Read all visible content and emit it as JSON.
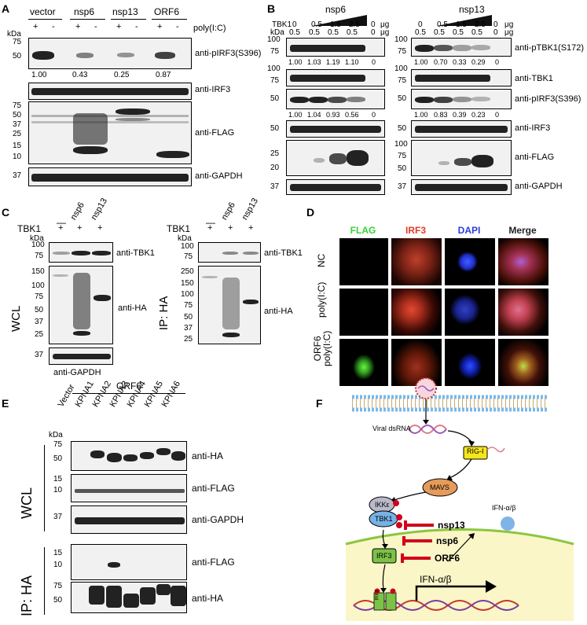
{
  "panels": {
    "A": "A",
    "B": "B",
    "C": "C",
    "D": "D",
    "E": "E",
    "F": "F"
  },
  "a": {
    "lanes": [
      "vector",
      "nsp6",
      "nsp13",
      "ORF6"
    ],
    "signs": [
      "+",
      "-",
      "+",
      "-",
      "+",
      "-",
      "+",
      "-"
    ],
    "treatment": "poly(I:C)",
    "kda": "kDa",
    "blots": [
      "anti-pIRF3(S396)",
      "anti-IRF3",
      "anti-FLAG",
      "anti-GAPDH"
    ],
    "quant": [
      "1.00",
      "0.43",
      "0.25",
      "0.87"
    ],
    "markers": {
      "p1": [
        "75",
        "50"
      ],
      "p3": [
        "75",
        "50",
        "37",
        "25",
        "15",
        "10"
      ],
      "p4": [
        "37"
      ]
    }
  },
  "b": {
    "left_title": "nsp6",
    "right_title": "nsp13",
    "tbk1": "TBK1",
    "kda": "kDa",
    "ug": "μg",
    "left_row1": [
      "0",
      "0.5",
      "1.5",
      "2.5",
      "0"
    ],
    "left_row2": [
      "0.5",
      "0.5",
      "0.5",
      "0.5",
      "0"
    ],
    "right_row1": [
      "0",
      "0.5",
      "1.5",
      "2.5",
      "0"
    ],
    "right_row2": [
      "0.5",
      "0.5",
      "0.5",
      "0.5",
      "0"
    ],
    "left_q1": [
      "1.00",
      "1.03",
      "1.19",
      "1.10",
      "0"
    ],
    "left_q2": [
      "1.00",
      "1.04",
      "0.93",
      "0.56",
      "0"
    ],
    "right_q1": [
      "1.00",
      "0.70",
      "0.33",
      "0.29",
      "0"
    ],
    "right_q2": [
      "1.00",
      "0.83",
      "0.39",
      "0.23",
      "0"
    ],
    "blots": [
      "anti-pTBK1(S172)",
      "anti-TBK1",
      "anti-pIRF3(S396)",
      "anti-IRF3",
      "anti-FLAG",
      "anti-GAPDH"
    ],
    "lm": {
      "m1": [
        "100",
        "75"
      ],
      "m2": [
        "100",
        "75"
      ],
      "m3": [
        "50"
      ],
      "m4": [
        "50"
      ],
      "m5": [
        "25",
        "20"
      ],
      "m6": [
        "37"
      ]
    },
    "rm": {
      "m5": [
        "100",
        "75",
        "50"
      ]
    }
  },
  "c": {
    "tbk1": "TBK1",
    "lanes": [
      "—",
      "nsp6",
      "nsp13"
    ],
    "signs": [
      "+",
      "+",
      "+"
    ],
    "kda": "kDa",
    "wcl": "WCL",
    "ip": "IP: HA",
    "wcl_blots": [
      "anti-TBK1",
      "anti-HA",
      "anti-GAPDH"
    ],
    "ip_blots": [
      "anti-TBK1",
      "anti-HA"
    ],
    "wm": {
      "m1": [
        "100",
        "75"
      ],
      "m2": [
        "150",
        "100",
        "75",
        "50",
        "37",
        "25"
      ],
      "m3": [
        "37"
      ]
    },
    "im": {
      "m1": [
        "100",
        "75"
      ],
      "m2": [
        "250",
        "150",
        "100",
        "75",
        "50",
        "37",
        "25"
      ]
    }
  },
  "d": {
    "cols": [
      "FLAG",
      "IRF3",
      "DAPI",
      "Merge"
    ],
    "rows": [
      "NC",
      "poly(I:C)",
      "ORF6\npoly(I:C)"
    ],
    "col_colors": [
      "#35d335",
      "#e13a2a",
      "#2b3dd8",
      "#222222"
    ]
  },
  "e": {
    "orf6": "ORF6",
    "lanes": [
      "Vector",
      "KPNA1",
      "KPNA2",
      "KPNA3",
      "KPNA4",
      "KPNA5",
      "KPNA6"
    ],
    "kda": "kDa",
    "wcl": "WCL",
    "ip": "IP: HA",
    "blots": [
      "anti-HA",
      "anti-FLAG",
      "anti-GAPDH",
      "anti-FLAG",
      "anti-HA"
    ],
    "markers": {
      "m1": [
        "75",
        "50"
      ],
      "m2": [
        "15",
        "10"
      ],
      "m3": [
        "37"
      ],
      "m4": [
        "15",
        "10"
      ],
      "m5": [
        "75",
        "50"
      ]
    }
  },
  "f": {
    "viral": "Viral dsRNA",
    "rigi": "RIG-I",
    "mavs": "MAVS",
    "ikke": "IKKε",
    "tbk1": "TBK1",
    "irf3": "IRF3",
    "nsp13": "nsp13",
    "nsp6": "nsp6",
    "orf6": "ORF6",
    "ifn_top": "IFN-α/β",
    "ifn_gene": "IFN-α/β",
    "irf_small": "IRF3"
  }
}
